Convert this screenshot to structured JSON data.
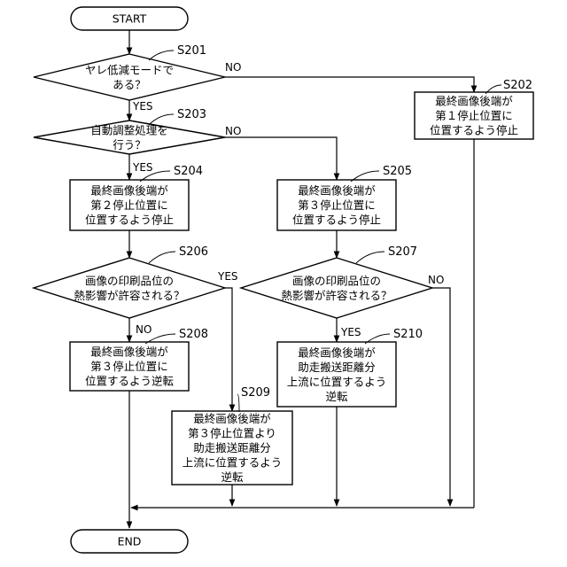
{
  "nodes": {
    "start": {
      "lines": [
        "START"
      ]
    },
    "s201": {
      "step": "S201",
      "lines": [
        "ヤレ低減モードで",
        "ある？"
      ]
    },
    "s202": {
      "step": "S202",
      "lines": [
        "最終画像後端が",
        "第１停止位置に",
        "位置するよう停止"
      ]
    },
    "s203": {
      "step": "S203",
      "lines": [
        "自動調整処理を",
        "行う？"
      ]
    },
    "s204": {
      "step": "S204",
      "lines": [
        "最終画像後端が",
        "第２停止位置に",
        "位置するよう停止"
      ]
    },
    "s205": {
      "step": "S205",
      "lines": [
        "最終画像後端が",
        "第３停止位置に",
        "位置するよう停止"
      ]
    },
    "s206": {
      "step": "S206",
      "lines": [
        "画像の印刷品位の",
        "熱影響が許容される？"
      ]
    },
    "s207": {
      "step": "S207",
      "lines": [
        "画像の印刷品位の",
        "熱影響が許容される？"
      ]
    },
    "s208": {
      "step": "S208",
      "lines": [
        "最終画像後端が",
        "第３停止位置に",
        "位置するよう逆転"
      ]
    },
    "s209": {
      "step": "S209",
      "lines": [
        "最終画像後端が",
        "第３停止位置より",
        "助走搬送距離分",
        "上流に位置するよう",
        "逆転"
      ]
    },
    "s210": {
      "step": "S210",
      "lines": [
        "最終画像後端が",
        "助走搬送距離分",
        "上流に位置するよう",
        "逆転"
      ]
    },
    "end": {
      "lines": [
        "END"
      ]
    }
  },
  "branch_labels": {
    "s201_yes": "YES",
    "s201_no": "NO",
    "s203_yes": "YES",
    "s203_no": "NO",
    "s206_yes": "YES",
    "s206_no": "NO",
    "s207_yes": "YES",
    "s207_no": "NO"
  }
}
